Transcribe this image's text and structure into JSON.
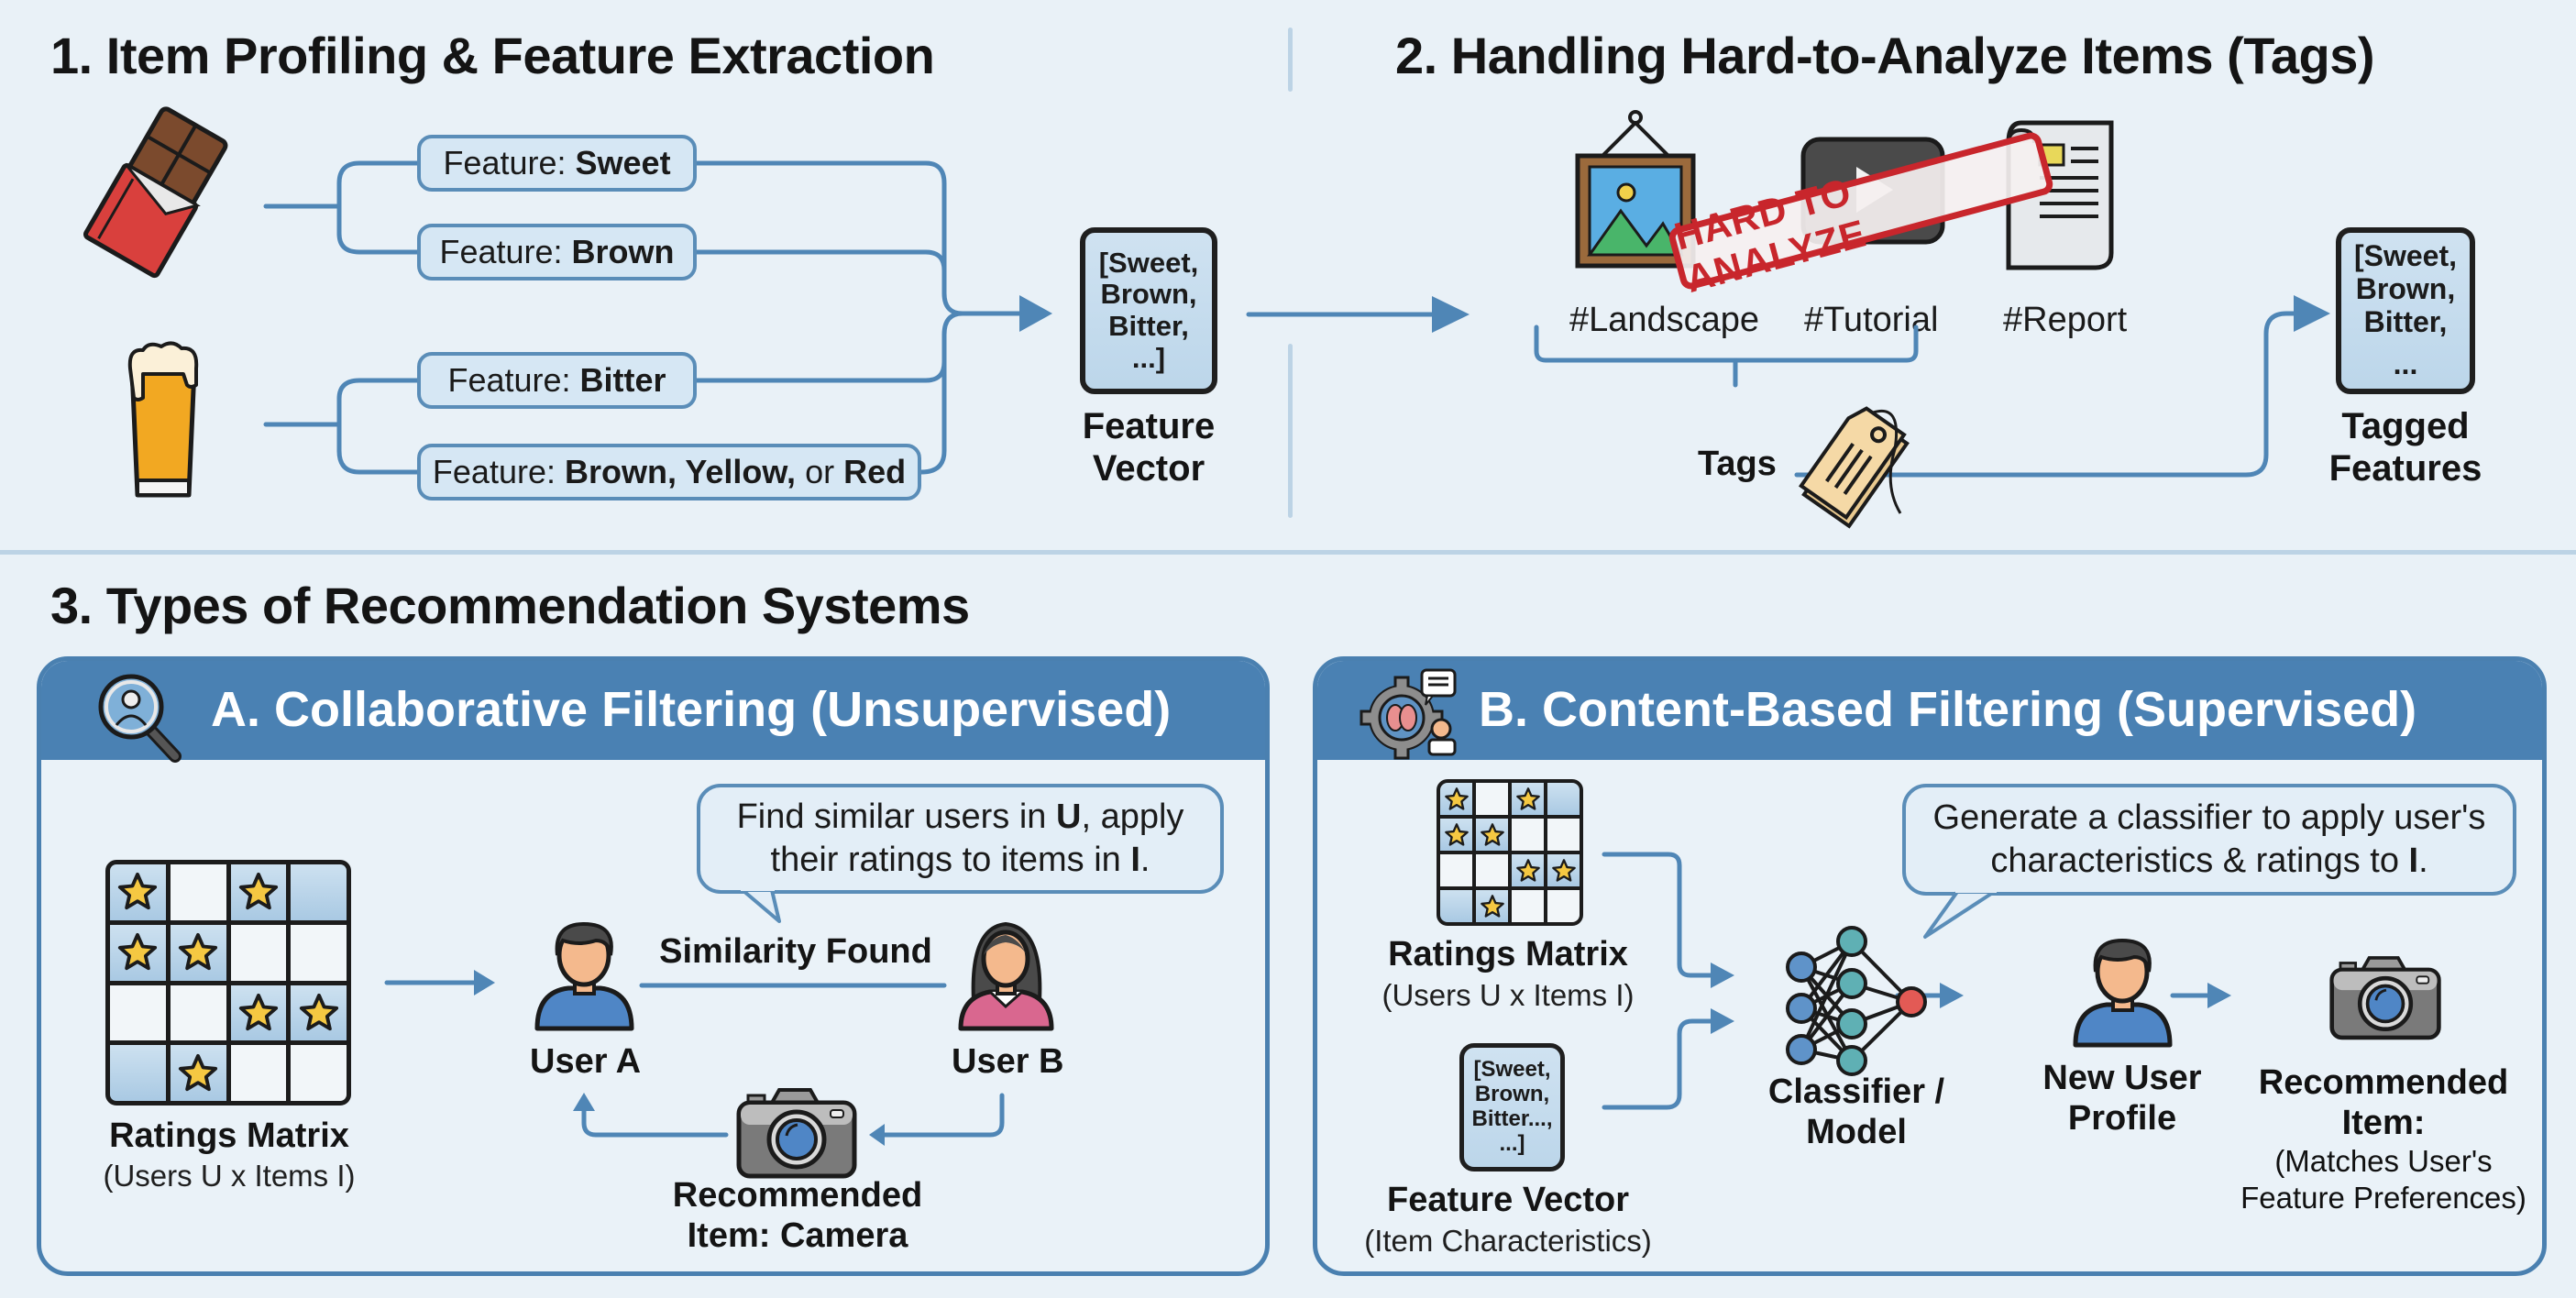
{
  "section1": {
    "title": "1. Item Profiling & Feature Extraction",
    "items": [
      {
        "icon": "chocolate-bar-icon",
        "features": [
          {
            "prefix": "Feature:",
            "value": "Sweet"
          },
          {
            "prefix": "Feature:",
            "value": "Brown"
          }
        ]
      },
      {
        "icon": "beer-glass-icon",
        "features": [
          {
            "prefix": "Feature:",
            "value": "Bitter"
          },
          {
            "prefix": "Feature:",
            "value": "Brown, Yellow,",
            "conj": "or",
            "value2": "Red"
          }
        ]
      }
    ],
    "vector": {
      "lines": [
        "[Sweet,",
        "Brown,",
        "Bitter,",
        "...]"
      ],
      "label_line1": "Feature",
      "label_line2": "Vector"
    }
  },
  "section2": {
    "title": "2. Handling Hard-to-Analyze Items (Tags)",
    "items": [
      {
        "icon": "framed-landscape-picture-icon",
        "tag": "#Landscape"
      },
      {
        "icon": "video-player-icon",
        "tag": "#Tutorial"
      },
      {
        "icon": "document-report-icon",
        "tag": "#Report"
      }
    ],
    "stamp": "HARD TO ANALYZE",
    "tags_label": "Tags",
    "vector": {
      "lines": [
        "[Sweet,",
        "Brown,",
        "Bitter,",
        "..."
      ],
      "label_line1": "Tagged",
      "label_line2": "Features"
    }
  },
  "section3": {
    "title": "3. Types of Recommendation Systems",
    "matrix": [
      [
        1,
        0,
        1,
        2
      ],
      [
        1,
        1,
        0,
        0
      ],
      [
        0,
        0,
        1,
        1
      ],
      [
        2,
        1,
        0,
        0
      ]
    ],
    "panelA": {
      "title": "A. Collaborative Filtering (Unsupervised)",
      "icon": "user-search-magnifier-icon",
      "bubble": {
        "line1_pre": "Find similar users in ",
        "line1_bold": "U",
        "line1_post": ", apply",
        "line2_pre": "their ratings to items in ",
        "line2_bold": "I",
        "line2_post": "."
      },
      "matrix_label": "Ratings Matrix",
      "matrix_sublabel": "(Users U x Items I)",
      "user_a": "User A",
      "user_b": "User B",
      "similarity": "Similarity Found",
      "recommended_line1": "Recommended",
      "recommended_line2": "Item: Camera"
    },
    "panelB": {
      "title": "B. Content-Based Filtering (Supervised)",
      "icon": "ai-brain-gear-expert-icon",
      "bubble": {
        "line1": "Generate a classifier to apply user's",
        "line2_pre": "characteristics & ratings to ",
        "line2_bold": "I",
        "line2_post": "."
      },
      "matrix_label": "Ratings Matrix",
      "matrix_sublabel": "(Users U x Items I)",
      "vector_lines": [
        "[Sweet,",
        "Brown,",
        "Bitter...,",
        "...]"
      ],
      "vector_label": "Feature Vector",
      "vector_sublabel": "(Item Characteristics)",
      "classifier_line1": "Classifier /",
      "classifier_line2": "Model",
      "new_user_line1": "New User",
      "new_user_line2": "Profile",
      "recommended_line1": "Recommended",
      "recommended_line2": "Item:",
      "recommended_line3": "(Matches User's",
      "recommended_line4": "Feature Preferences)"
    }
  },
  "colors": {
    "background": "#e9f1f7",
    "accent_blue": "#4a81b3",
    "connector_blue": "#4f86b6",
    "pill_fill": "#d6e7f4",
    "stamp_red": "#c8262c",
    "star_yellow": "#f5c842"
  }
}
